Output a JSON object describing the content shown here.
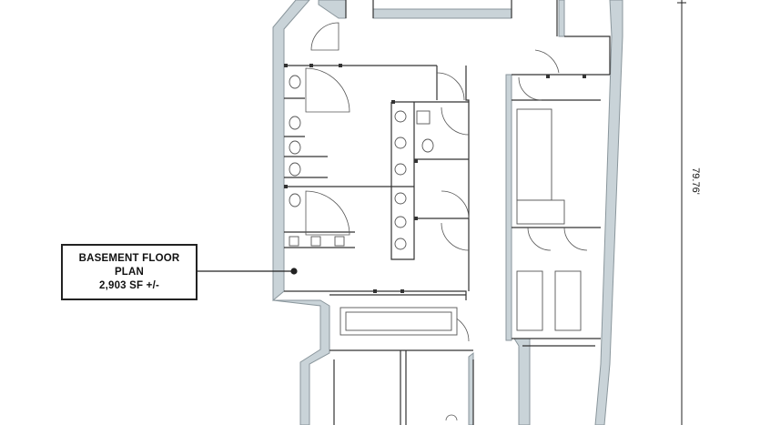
{
  "callout": {
    "title": "BASEMENT FLOOR PLAN",
    "area": "2,903 SF +/-"
  },
  "dimension": {
    "label": "79.76'"
  },
  "colors": {
    "wall_fill": "#c9d3d8",
    "wall_stroke": "#8a969c",
    "line": "#333333",
    "fixture": "#555555"
  }
}
